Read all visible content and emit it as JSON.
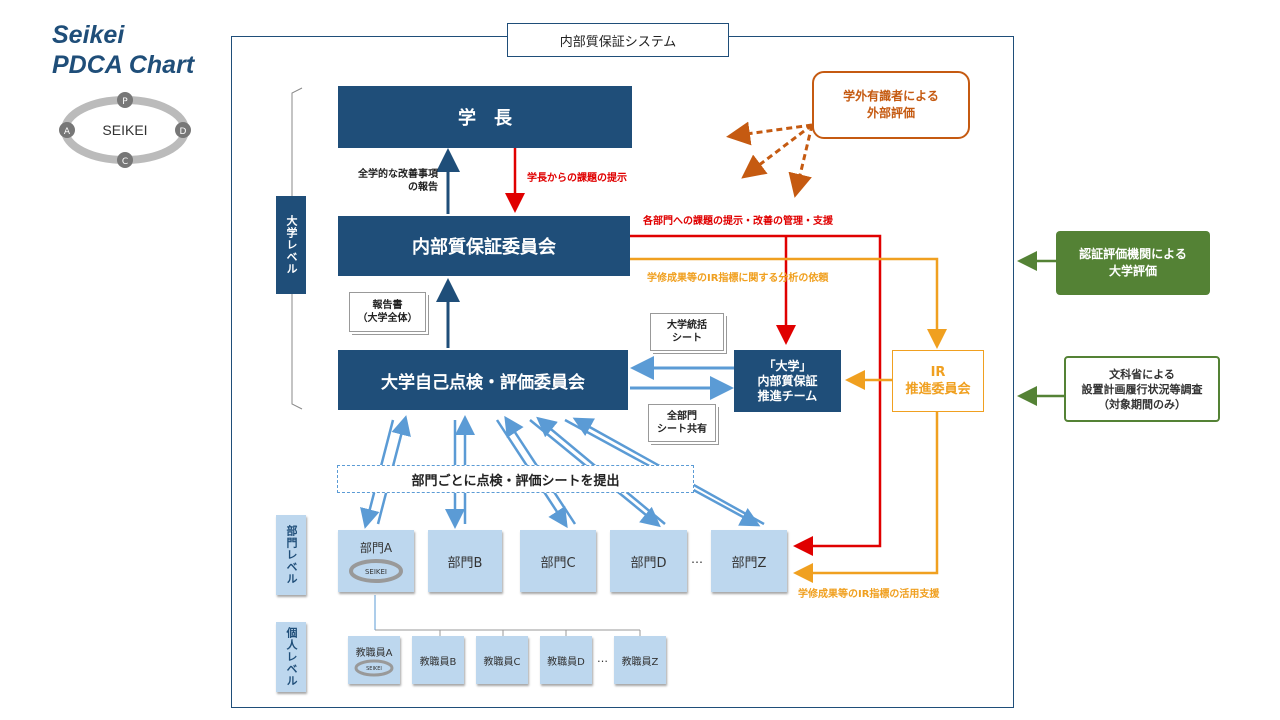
{
  "brand": {
    "line1": "Seikei",
    "line2": "PDCA Chart"
  },
  "logo": {
    "text": "SEIKEI",
    "letters": [
      "P",
      "D",
      "C",
      "A"
    ]
  },
  "system_title": "内部質保証システム",
  "president": "学　長",
  "committee": "内部質保証委員会",
  "self_eval_committee": "大学自己点検・評価委員会",
  "qa_team": "「大学」\n内部質保証\n推進チーム",
  "ir_committee": "IR\n推進委員会",
  "external_eval": "学外有識者による\n外部評価",
  "accreditation": "認証評価機関による\n大学評価",
  "mext": "文科省による\n設置計画履行状況等調査\n（対象期間のみ）",
  "labels": {
    "university_level": "大学レベル",
    "dept_level": "部門レベル",
    "individual_level": "個人レベル"
  },
  "annotations": {
    "report_up": "全学的な改善事項\nの報告",
    "president_tasks": "学長からの課題の提示",
    "dept_tasks": "各部門への課題の提示・改善の管理・支援",
    "ir_request": "学修成果等のIR指標に関する分析の依頼",
    "ir_support": "学修成果等のIR指標の活用支援",
    "submit_sheets": "部門ごとに点検・評価シートを提出"
  },
  "documents": {
    "report": "報告書\n（大学全体）",
    "summary_sheet": "大学統括\nシート",
    "shared_sheet": "全部門\nシート共有"
  },
  "departments": [
    "部門A",
    "部門B",
    "部門C",
    "部門D",
    "…",
    "部門Z"
  ],
  "staff": [
    "教職員A",
    "教職員B",
    "教職員C",
    "教職員D",
    "…",
    "教職員Z"
  ],
  "colors": {
    "navy": "#1f4e79",
    "red": "#e00000",
    "orange": "#f0a020",
    "brown": "#c55a11",
    "green": "#548235",
    "blue": "#5b9bd5"
  }
}
